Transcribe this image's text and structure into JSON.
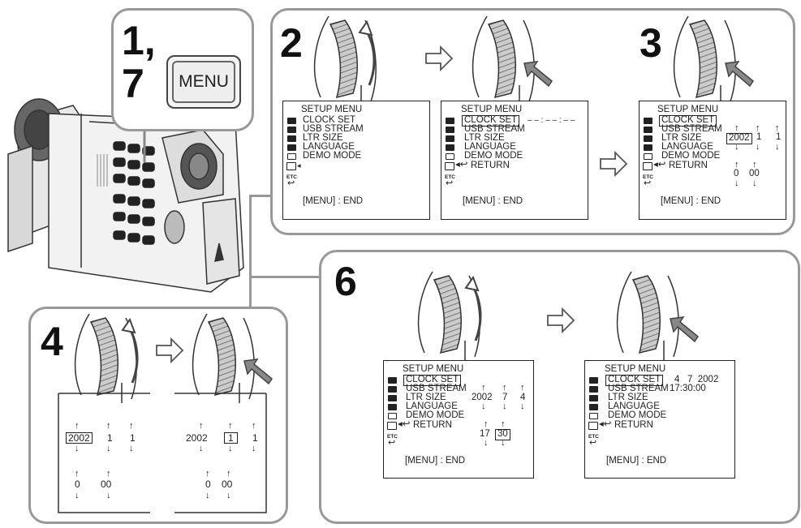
{
  "steps": {
    "s1": "1,",
    "s7": "7",
    "s2": "2",
    "s3": "3",
    "s4": "4",
    "s6": "6"
  },
  "menu_button": {
    "label": "MENU"
  },
  "menu": {
    "title": "SETUP MENU",
    "items": [
      "CLOCK SET",
      "USB STREAM",
      "LTR SIZE",
      "LANGUAGE",
      "DEMO MODE"
    ],
    "return": "RETURN",
    "etc": "ETC",
    "end": "[MENU] : END"
  },
  "screen2b": {
    "placeholder": "– – : – – : – –"
  },
  "screen3": {
    "year": "2002",
    "month": "1",
    "day": "1",
    "hour": "0",
    "minute": "00"
  },
  "step4": {
    "left": {
      "year": "2002",
      "month": "1",
      "day": "1",
      "hour": "0",
      "minute": "00"
    },
    "right": {
      "year": "2002",
      "month": "1",
      "day": "1",
      "hour": "0",
      "minute": "00"
    }
  },
  "screen6a": {
    "year": "2002",
    "month": "7",
    "day": "4",
    "hour": "17",
    "minute": "30"
  },
  "screen6b": {
    "date": "4   7  2002",
    "time": "17:30:00"
  }
}
